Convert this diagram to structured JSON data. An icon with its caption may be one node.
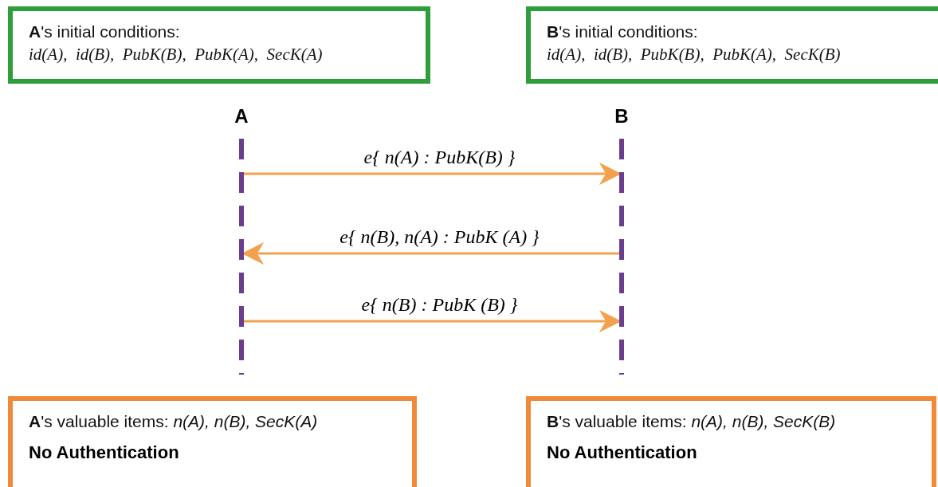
{
  "diagram": {
    "nodes": [
      {
        "text": [
          "**A**'s initial conditions:",
          "id(A),  id(B),  PubK(B),  PubK(A),  SecK(A)"
        ]
      },
      {
        "text": [
          "**B**'s initial conditions:",
          "id(A),  id(B),  PubK(B),  PubK(A),  SecK(B)"
        ]
      },
      {
        "text": [
          "A"
        ]
      },
      {
        "text": [
          "B"
        ]
      },
      {
        "text": [
          "**A**'s valuable items: *n(A), n(B), SecK(A)*",
          "No Authentication"
        ]
      },
      {
        "text": [
          "**B**'s valuable items: *n(A), n(B), SecK(B)*",
          "No Authentication"
        ]
      }
    ],
    "edges": [
      {
        "from": 2,
        "to": 3,
        "arrow": "to",
        "label": "e{ n(A) : PubK(B) }"
      },
      {
        "from": 3,
        "to": 2,
        "arrow": "to",
        "label": "e{ n(B), n(A) : PubK (A) }"
      },
      {
        "from": 2,
        "to": 3,
        "arrow": "to",
        "label": "e{ n(B) : PubK (B) }"
      }
    ]
  }
}
